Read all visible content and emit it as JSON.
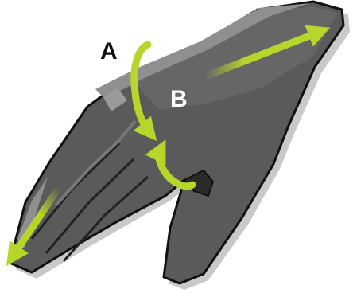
{
  "labels": {
    "a": "A",
    "b": "B"
  },
  "colors": {
    "glove_dark": "#4a4a4a",
    "glove_mid": "#5c5c5c",
    "glove_highlight": "#8f8f8f",
    "outline": "#111111",
    "shadow": "#c9c9c9",
    "arrow": "#b5d62a",
    "label_a": "#111111",
    "label_b": "#ffffff"
  },
  "arrows": [
    {
      "name": "wrist-rotation-arrow-a",
      "shape": "curved",
      "direction": "down"
    },
    {
      "name": "hand-tilt-arrow-b",
      "shape": "curved",
      "direction": "up-left"
    },
    {
      "name": "extend-back-arrow",
      "shape": "straight",
      "direction": "up-right"
    },
    {
      "name": "extend-fingertip-arrow",
      "shape": "straight",
      "direction": "down-left"
    }
  ]
}
